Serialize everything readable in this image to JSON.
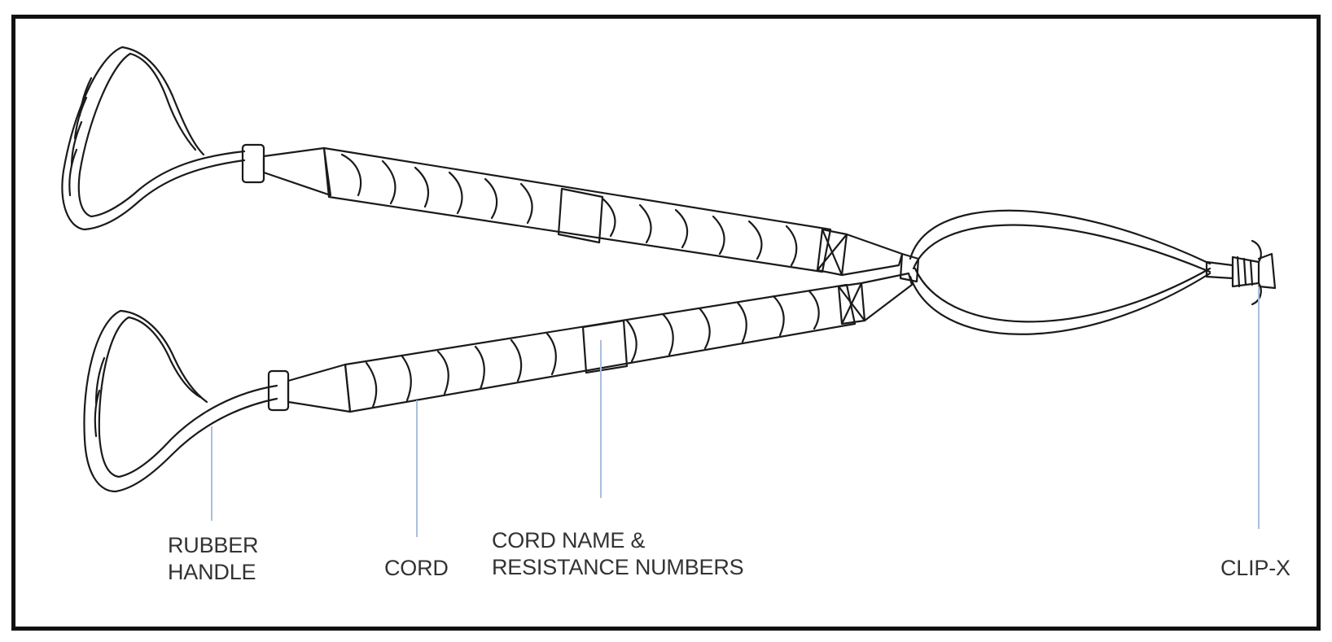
{
  "colors": {
    "frame": "#111111",
    "drawing": "#1a1a1a",
    "leader": "#a9bfdc",
    "text": "#333333"
  },
  "labels": {
    "rubber_handle": [
      "RUBBER",
      "HANDLE"
    ],
    "cord": "CORD",
    "cord_name": [
      "CORD NAME &",
      "RESISTANCE NUMBERS"
    ],
    "clip_x": "CLIP-X"
  }
}
